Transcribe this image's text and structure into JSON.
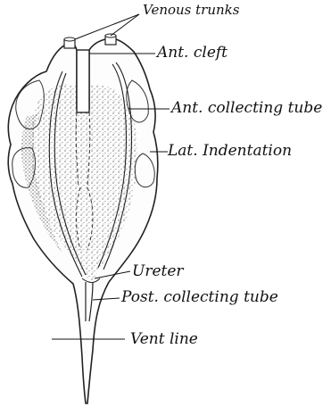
{
  "figure": {
    "labels": {
      "venous_trunks": "Venous trunks",
      "ant_cleft": "Ant. cleft",
      "ant_collecting_tube": "Ant. collecting tube",
      "lat_indentation": "Lat. Indentation",
      "ureter": "Ureter",
      "post_collecting_tube": "Post. collecting tube",
      "vent_line": "Vent line"
    },
    "colors": {
      "ink": "#111111",
      "stipple": "#6a6a6a",
      "paper": "#ffffff"
    }
  }
}
